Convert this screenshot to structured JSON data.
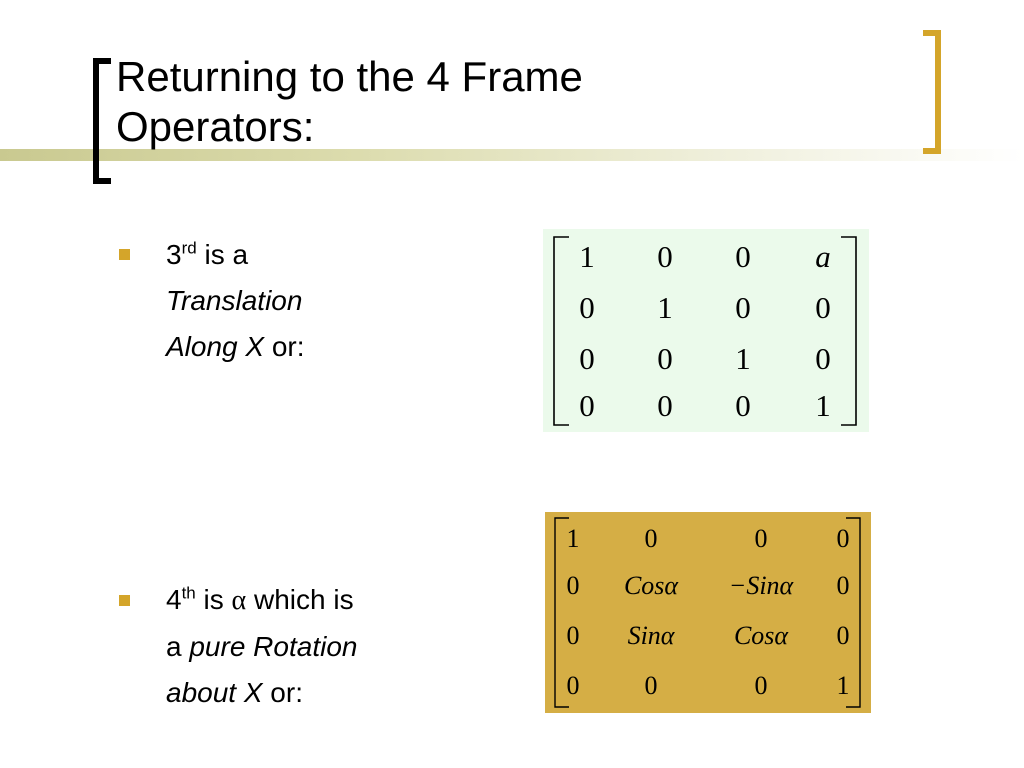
{
  "slide": {
    "title_line1": "Returning to the 4 Frame",
    "title_line2": "Operators:"
  },
  "bullets": [
    {
      "num": "3",
      "sup": "rd",
      "line1_rest": " is a",
      "line2": "Translation",
      "line3_italic": "Along X",
      "line3_rest": " or:"
    },
    {
      "num": "4",
      "sup": "th",
      "line1_mid": " is ",
      "alpha": "α",
      "line1_rest": " which is",
      "line2_plain": "a ",
      "line2_italic": "pure Rotation",
      "line3_italic": "about X",
      "line3_rest": " or:"
    }
  ],
  "matrices": {
    "translation": [
      [
        "1",
        "0",
        "0",
        "a"
      ],
      [
        "0",
        "1",
        "0",
        "0"
      ],
      [
        "0",
        "0",
        "1",
        "0"
      ],
      [
        "0",
        "0",
        "0",
        "1"
      ]
    ],
    "rotation": [
      [
        "1",
        "0",
        "0",
        "0"
      ],
      [
        "0",
        "Cosα",
        "−Sinα",
        "0"
      ],
      [
        "0",
        "Sinα",
        "Cosα",
        "0"
      ],
      [
        "0",
        "0",
        "0",
        "1"
      ]
    ]
  },
  "colors": {
    "accent_gold": "#d4a52a",
    "band_olive": "#c9c990",
    "matrix1_bg": "#ebfaeb",
    "matrix2_bg": "#d5ae45"
  }
}
